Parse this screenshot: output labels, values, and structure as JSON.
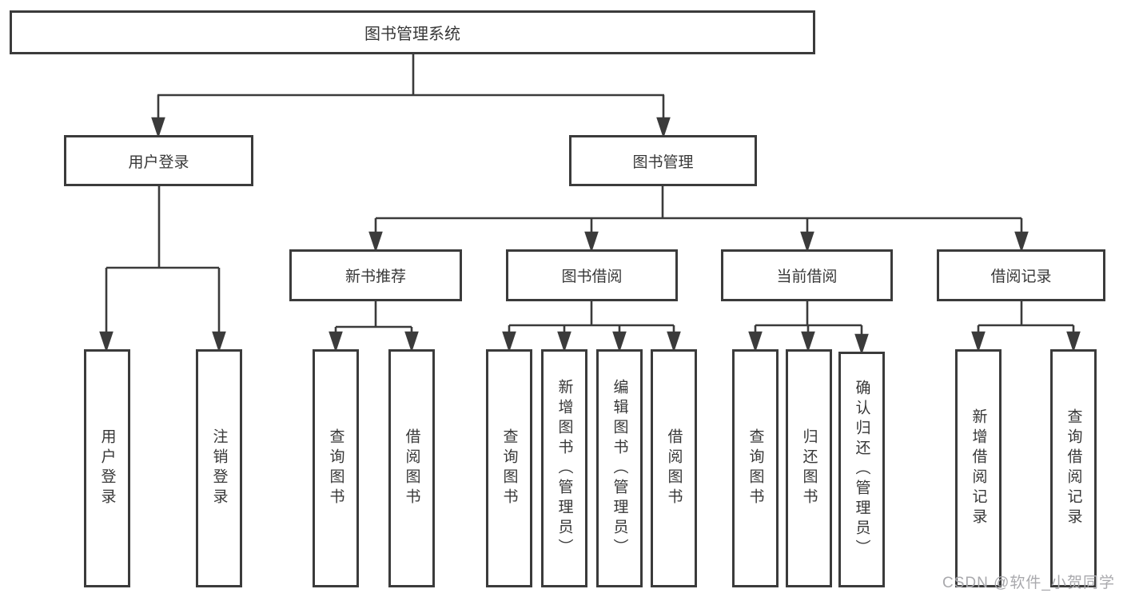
{
  "diagram_title": "图书管理系统",
  "tree": {
    "label": "图书管理系统",
    "children": [
      {
        "label": "用户登录",
        "children": [
          {
            "label": "用户登录"
          },
          {
            "label": "注销登录"
          }
        ]
      },
      {
        "label": "图书管理",
        "children": [
          {
            "label": "新书推荐",
            "children": [
              {
                "label": "查询图书"
              },
              {
                "label": "借阅图书"
              }
            ]
          },
          {
            "label": "图书借阅",
            "children": [
              {
                "label": "查询图书"
              },
              {
                "label": "新增图书（管理员）"
              },
              {
                "label": "编辑图书（管理员）"
              },
              {
                "label": "借阅图书"
              }
            ]
          },
          {
            "label": "当前借阅",
            "children": [
              {
                "label": "查询图书"
              },
              {
                "label": "归还图书"
              },
              {
                "label": "确认归还（管理员）"
              }
            ]
          },
          {
            "label": "借阅记录",
            "children": [
              {
                "label": "新增借阅记录"
              },
              {
                "label": "查询借阅记录"
              }
            ]
          }
        ]
      }
    ]
  },
  "watermark": {
    "text": "CSDN @软件_小贺同学"
  },
  "colors": {
    "line": "#3b3b3b",
    "box_border": "#3b3b3b",
    "text": "#383838",
    "watermark": "#a9a9ad",
    "background": "#ffffff"
  }
}
